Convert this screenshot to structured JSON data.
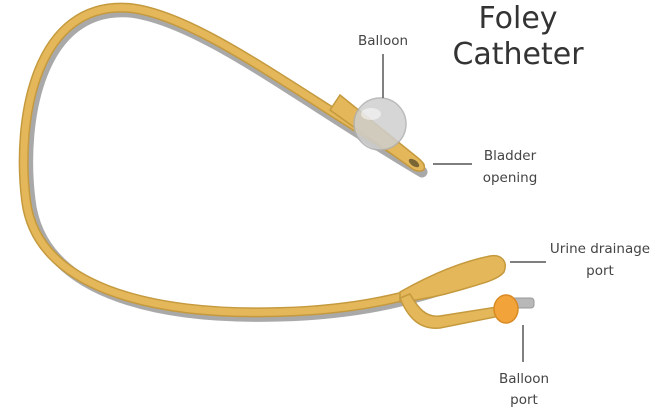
{
  "title": {
    "line1": "Foley",
    "line2": "Catheter"
  },
  "labels": {
    "balloon": "Balloon",
    "bladder_opening": {
      "line1": "Bladder",
      "line2": "opening"
    },
    "urine_drainage_port": {
      "line1": "Urine drainage",
      "line2": "port"
    },
    "balloon_port": {
      "line1": "Balloon",
      "line2": "port"
    }
  },
  "colors": {
    "tube": "#e3b75a",
    "tube_outline": "#c59a3e",
    "tube_shadow": "#8c8c8c",
    "balloon_fill": "#cfcfcf",
    "valve": "#f2a33a",
    "valve_stem": "#b8b8b8",
    "leader_line": "#555555",
    "text": "#444444"
  }
}
